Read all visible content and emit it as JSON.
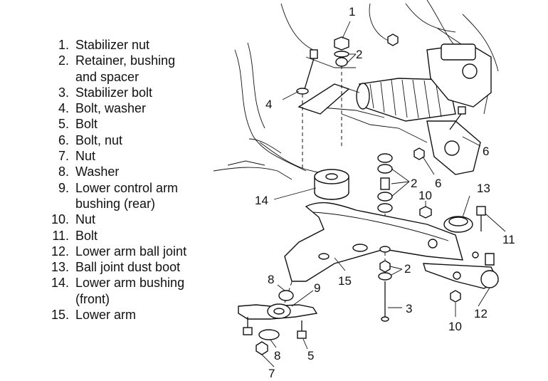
{
  "legend": [
    {
      "num": "1.",
      "text": "Stabilizer nut"
    },
    {
      "num": "2.",
      "text": "Retainer, bushing\nand spacer"
    },
    {
      "num": "3.",
      "text": "Stabilizer bolt"
    },
    {
      "num": "4.",
      "text": "Bolt, washer"
    },
    {
      "num": "5.",
      "text": "Bolt"
    },
    {
      "num": "6.",
      "text": "Bolt, nut"
    },
    {
      "num": "7.",
      "text": "Nut"
    },
    {
      "num": "8.",
      "text": "Washer"
    },
    {
      "num": "9.",
      "text": "Lower control arm\nbushing (rear)"
    },
    {
      "num": "10.",
      "text": "Nut"
    },
    {
      "num": "11.",
      "text": "Bolt"
    },
    {
      "num": "12.",
      "text": "Lower arm ball joint"
    },
    {
      "num": "13.",
      "text": "Ball joint dust boot"
    },
    {
      "num": "14.",
      "text": "Lower arm bushing\n(front)"
    },
    {
      "num": "15.",
      "text": "Lower arm"
    }
  ],
  "callouts": {
    "c1": "1",
    "c2a": "2",
    "c2b": "2",
    "c2c": "2",
    "c3": "3",
    "c4": "4",
    "c5": "5",
    "c6a": "6",
    "c6b": "6",
    "c7": "7",
    "c8a": "8",
    "c8b": "8",
    "c9": "9",
    "c10a": "10",
    "c10b": "10",
    "c11": "11",
    "c12": "12",
    "c13": "13",
    "c14": "14",
    "c15": "15"
  }
}
